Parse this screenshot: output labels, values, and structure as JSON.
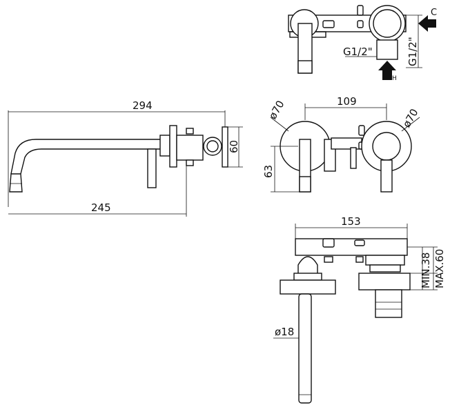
{
  "dimensions": {
    "top_view": {
      "g_left": "G1/2\"",
      "g_right": "G1/2\"",
      "label_c": "C",
      "label_h": "H"
    },
    "side_view": {
      "overall_length": "294",
      "spout_length": "245",
      "height": "60"
    },
    "front_view": {
      "centers": "109",
      "dia_left": "ø70",
      "dia_right": "ø70",
      "height": "63"
    },
    "section_view": {
      "width": "153",
      "min": "MIN.38",
      "max": "MAX.60",
      "spout_dia": "ø18"
    }
  }
}
